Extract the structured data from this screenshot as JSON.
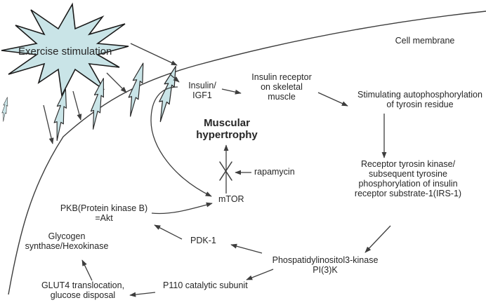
{
  "colors": {
    "shape_fill": "#c9e4e7",
    "line": "#3d3d3d",
    "text": "#262626",
    "background": "#ffffff"
  },
  "nodes": {
    "exercise": {
      "line1": "Exercise stimulation"
    },
    "membrane": {
      "line1": "Cell membrane"
    },
    "insulin": {
      "line1": "Insulin/",
      "line2": "IGF1"
    },
    "receptor": {
      "line1": "Insulin receptor",
      "line2": "on skeletal",
      "line3": "muscle"
    },
    "autophos": {
      "line1": "Stimulating autophosphorylation",
      "line2": "of tyrosin residue"
    },
    "hypertrophy": {
      "line1": "Muscular",
      "line2": "hypertrophy"
    },
    "rapamycin": {
      "line1": "rapamycin"
    },
    "mtor": {
      "line1": "mTOR"
    },
    "rtk": {
      "line1": "Receptor tyrosin kinase/",
      "line2": "subsequent tyrosine",
      "line3": "phosphorylation of insulin",
      "line4": "receptor substrate-1(IRS-1)"
    },
    "pkb": {
      "line1": "PKB(Protein kinase B)",
      "line2": "=Akt"
    },
    "pdk1": {
      "line1": "PDK-1"
    },
    "glycogen": {
      "line1": "Glycogen",
      "line2": "synthase/Hexokinase"
    },
    "pi3k": {
      "line1": "Phospatidylinositol3-kinase",
      "line2": "PI(3)K"
    },
    "glut4": {
      "line1": "GLUT4 translocation,",
      "line2": "glucose disposal"
    },
    "p110": {
      "line1": "P110 catalytic subunit"
    }
  }
}
